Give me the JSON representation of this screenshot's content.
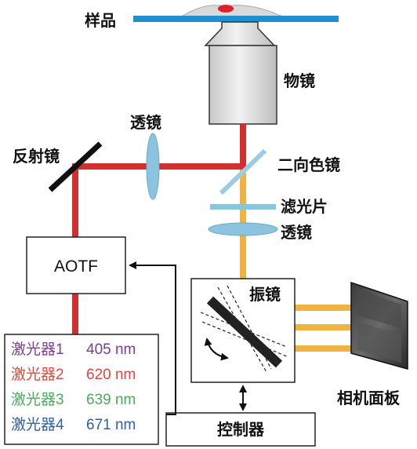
{
  "labels": {
    "sample": "样品",
    "objective": "物镜",
    "lens_top": "透镜",
    "mirror": "反射镜",
    "dichroic": "二向色镜",
    "filter": "滤光片",
    "lens_bottom": "透镜",
    "aotf": "AOTF",
    "galvo": "振镜",
    "camera": "相机面板",
    "controller": "控制器"
  },
  "lasers": [
    {
      "name": "激光器1",
      "wavelength": "405 nm",
      "color": "#7a3d8f"
    },
    {
      "name": "激光器2",
      "wavelength": "620 nm",
      "color": "#e0463c"
    },
    {
      "name": "激光器3",
      "wavelength": "639 nm",
      "color": "#4aab5a"
    },
    {
      "name": "激光器4",
      "wavelength": "671 nm",
      "color": "#2f5f9e"
    }
  ],
  "colors": {
    "excitation_beam": "#d32f2f",
    "emission_beam": "#f0b240",
    "optic_blue": "#8cc4e0",
    "sample_slide": "#1f8fcf",
    "sample_spot": "#e0202a",
    "objective_body": "#e2e2e2",
    "camera_dark": "#222222"
  },
  "icons": {
    "galvo_rotation": "curved-double-arrow-icon",
    "controller_link": "double-arrow-icon",
    "control_signal": "arrow-icon"
  }
}
